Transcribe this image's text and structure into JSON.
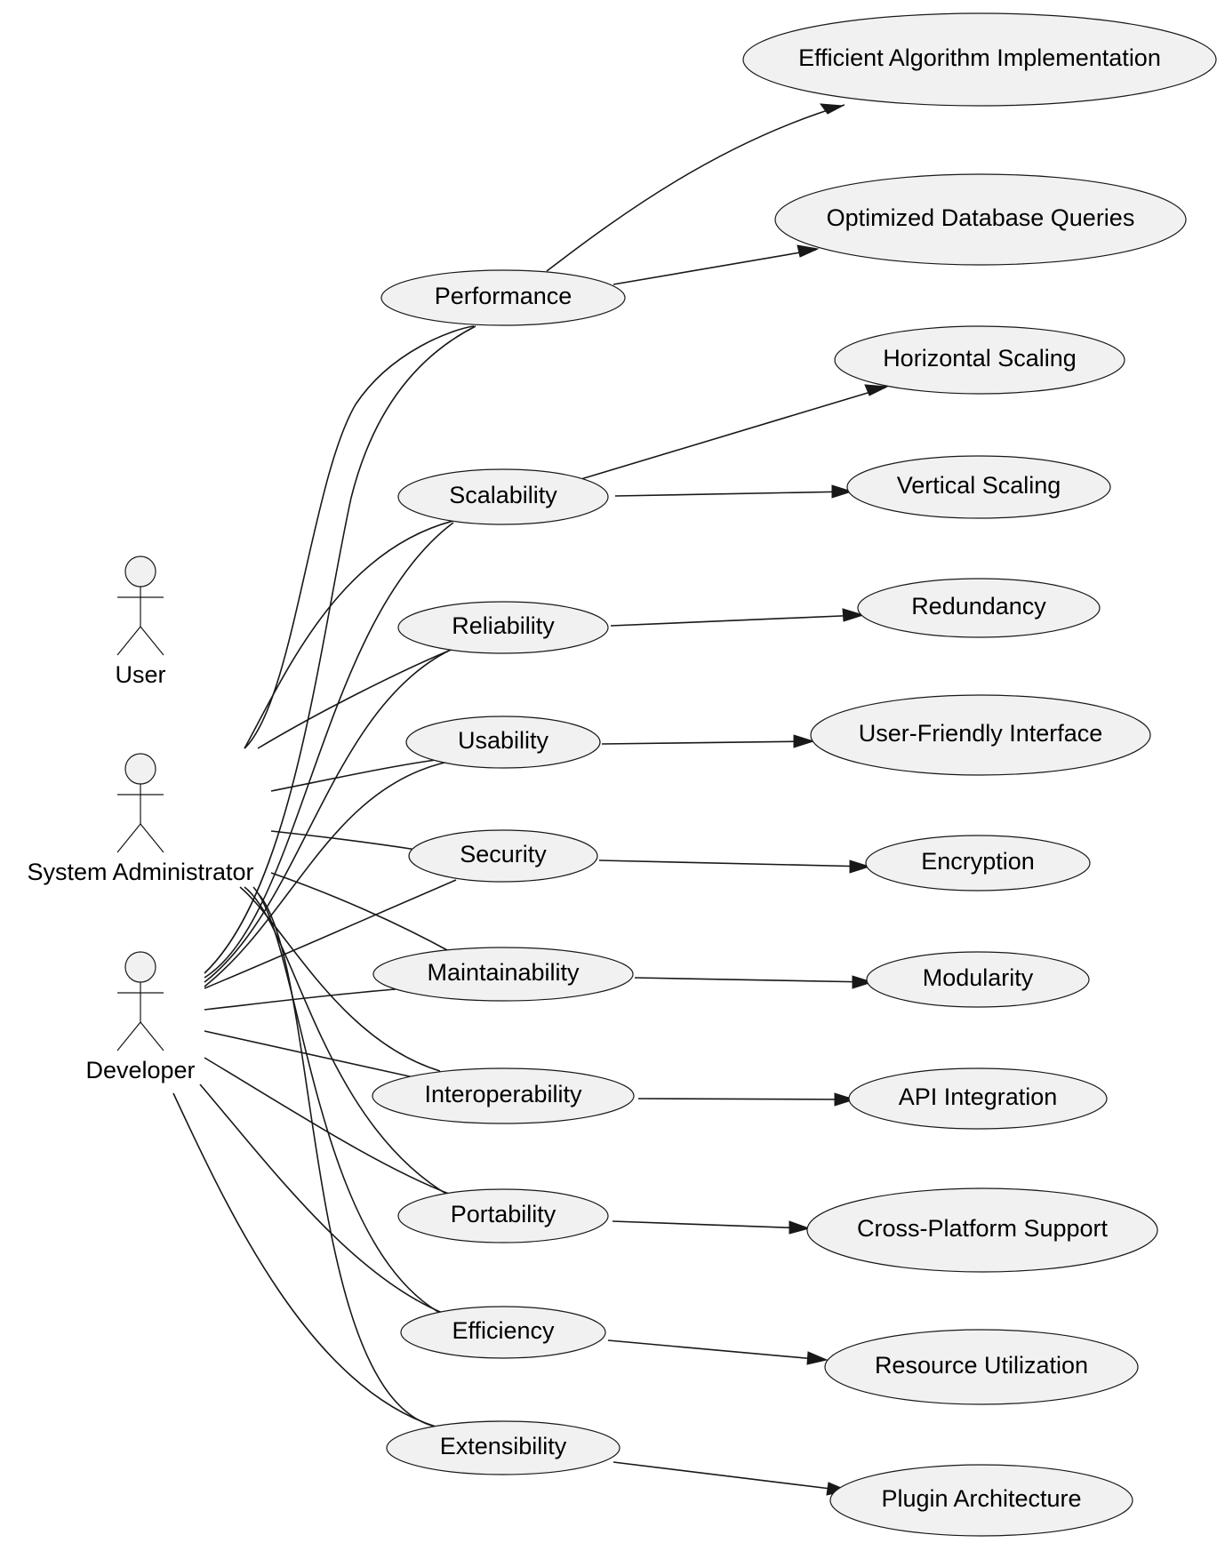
{
  "actors": {
    "user": "User",
    "sysadmin": "System Administrator",
    "developer": "Developer"
  },
  "attributes": {
    "performance": "Performance",
    "scalability": "Scalability",
    "reliability": "Reliability",
    "usability": "Usability",
    "security": "Security",
    "maintainability": "Maintainability",
    "interoperability": "Interoperability",
    "portability": "Portability",
    "efficiency": "Efficiency",
    "extensibility": "Extensibility"
  },
  "tactics": {
    "efficient_algorithm": "Efficient Algorithm Implementation",
    "optimized_queries": "Optimized Database Queries",
    "horizontal_scaling": "Horizontal Scaling",
    "vertical_scaling": "Vertical Scaling",
    "redundancy": "Redundancy",
    "user_friendly_interface": "User-Friendly Interface",
    "encryption": "Encryption",
    "modularity": "Modularity",
    "api_integration": "API Integration",
    "cross_platform_support": "Cross-Platform Support",
    "resource_utilization": "Resource Utilization",
    "plugin_architecture": "Plugin Architecture"
  },
  "relations": [
    {
      "from": "performance",
      "to": "efficient_algorithm"
    },
    {
      "from": "performance",
      "to": "optimized_queries"
    },
    {
      "from": "scalability",
      "to": "horizontal_scaling"
    },
    {
      "from": "scalability",
      "to": "vertical_scaling"
    },
    {
      "from": "reliability",
      "to": "redundancy"
    },
    {
      "from": "usability",
      "to": "user_friendly_interface"
    },
    {
      "from": "security",
      "to": "encryption"
    },
    {
      "from": "maintainability",
      "to": "modularity"
    },
    {
      "from": "interoperability",
      "to": "api_integration"
    },
    {
      "from": "portability",
      "to": "cross_platform_support"
    },
    {
      "from": "efficiency",
      "to": "resource_utilization"
    },
    {
      "from": "extensibility",
      "to": "plugin_architecture"
    }
  ]
}
